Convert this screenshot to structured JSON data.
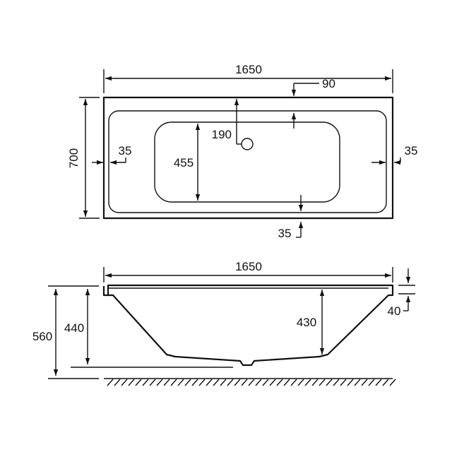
{
  "colors": {
    "line": "#111111",
    "background": "#ffffff"
  },
  "plan_view": {
    "overall_length": "1650",
    "overall_width": "700",
    "inner_basin_width": "455",
    "waste_offset": "190",
    "rim_top": "90",
    "rim_left": "35",
    "rim_right": "35",
    "rim_bottom": "35"
  },
  "side_view": {
    "overall_length": "1650",
    "total_height": "560",
    "base_to_rim": "440",
    "basin_depth": "430",
    "rim_thickness": "40"
  }
}
